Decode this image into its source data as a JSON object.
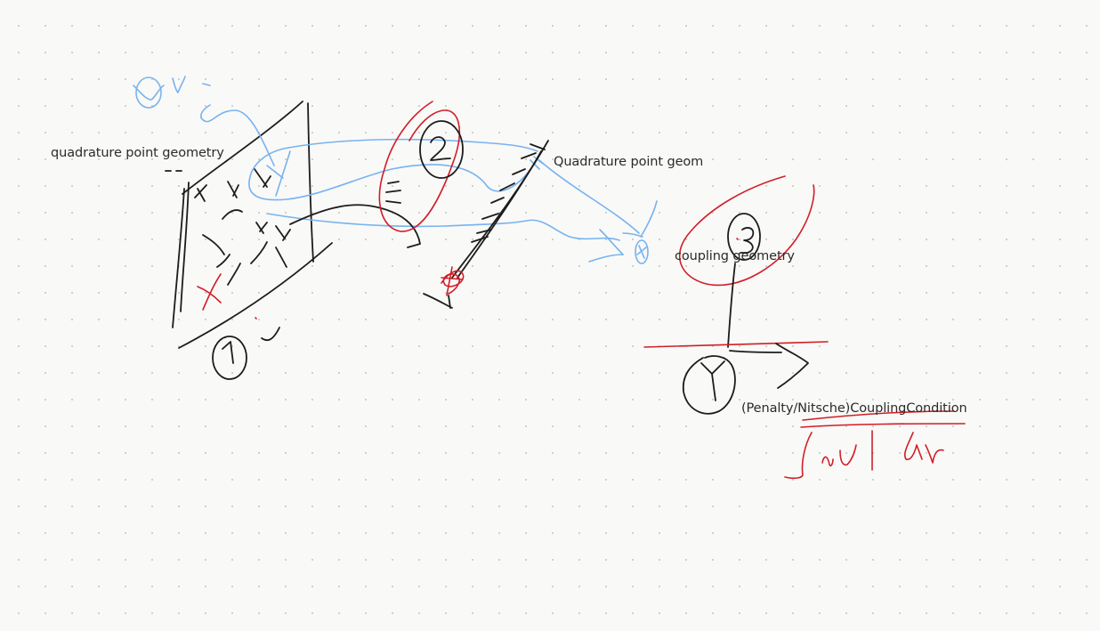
{
  "labels": {
    "quadrature_left": "quadrature point geometry",
    "quadrature_right": "Quadrature point geom",
    "coupling": "coupling geometry",
    "condition": "(Penalty/Nitsche)CouplingCondition"
  },
  "colors": {
    "canvas_bg": "#f9f9f8",
    "ink_black": "#1c1c1c",
    "ink_blue": "#77b3ee",
    "ink_red": "#d01f26"
  }
}
